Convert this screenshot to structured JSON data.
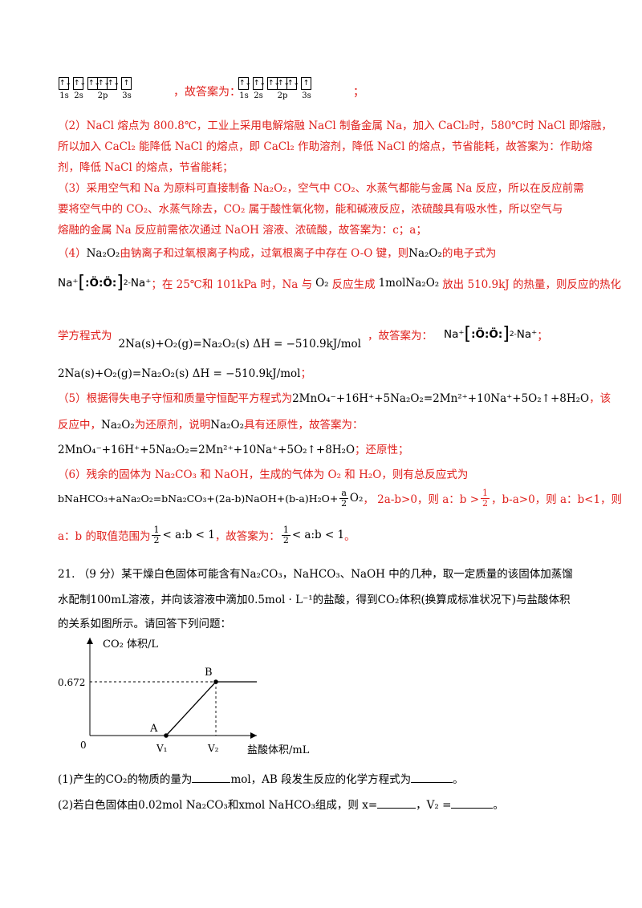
{
  "orbital": {
    "groups": [
      {
        "label": "1s",
        "boxes": [
          "↑↓"
        ]
      },
      {
        "label": "2s",
        "boxes": [
          "↑↓"
        ]
      },
      {
        "label": "2p",
        "boxes": [
          "↑↓",
          "↑↓",
          "↑↓"
        ]
      },
      {
        "label": "3s",
        "boxes": [
          "↑"
        ]
      }
    ],
    "answer_text": "，故答案为："
  },
  "p2": {
    "l1": "（2）NaCl 熔点为 800.8℃，工业上采用电解熔融 NaCl 制备金属 Na，加入 CaCl₂时，580℃时 NaCl 即熔融，",
    "l2": "所以加入 CaCl₂ 能降低 NaCl 的熔点，即 CaCl₂ 作助溶剂，降低 NaCl 的熔点，节省能耗，故答案为：作助熔",
    "l3": "剂，降低 NaCl 的熔点，节省能耗；"
  },
  "p3": {
    "l1": "（3）采用空气和 Na 为原料可直接制备 Na₂O₂，空气中 CO₂、水蒸气都能与金属 Na 反应，所以在反应前需",
    "l2": "要将空气中的 CO₂、水蒸气除去，CO₂ 属于酸性氧化物，能和碱液反应，浓硫酸具有吸水性，所以空气与",
    "l3": "熔融的金属 Na 反应前需依次通过 NaOH 溶液、浓硫酸，故答案为：c；a；"
  },
  "p4": {
    "l1a": "（4）",
    "l1b": "Na₂O₂",
    "l1c": "由钠离子和过氧根离子构成，过氧根离子中存在 O-O 键，则",
    "l1d": "Na₂O₂",
    "l1e": "的电子式为",
    "ion_na": "Na⁺",
    "ion_o": "O",
    "ion_charge": "2-",
    "l2a": "；在 25℃和 101kPa 时，Na 与",
    "l2b": "O₂",
    "l2c": "反应生成",
    "l2d": "1molNa₂O₂",
    "l2e": "放出 510.9kJ 的热量，则反应的热化",
    "l3a": "学方程式为",
    "eq": "2Na(s)+O₂(g)=Na₂O₂(s)  ΔH = −510.9kJ/mol",
    "l3b": "，故答案为：",
    "l3c": "；",
    "l4b": "；"
  },
  "p5": {
    "l1a": "（5）根据得失电子守恒和质量守恒配平方程式为",
    "eq": "2MnO₄⁻+16H⁺+5Na₂O₂=2Mn²⁺+10Na⁺+5O₂↑+8H₂O",
    "l1b": "，该",
    "l2a": "反应中，",
    "l2b": "Na₂O₂",
    "l2c": "为还原剂，说明",
    "l2d": "Na₂O₂",
    "l2e": "具有还原性，故答案为：",
    "l3b": "；还原性；"
  },
  "p6": {
    "l1": "（6）残余的固体为 Na₂CO₃ 和 NaOH，生成的气体为 O₂ 和 H₂O，则有总反应式为",
    "eq_a": "bNaHCO₃+aNa₂O₂=bNa₂CO₃+(2a-b)NaOH+(b-a)H₂O+",
    "eq_frac_n": "a",
    "eq_frac_d": "2",
    "eq_b": "O₂",
    "l2b": "，  2a-b>0，则 a：b >",
    "half_n": "1",
    "half_d": "2",
    "l2c": "，b-a>0，则 a：b<1，则",
    "l3a": "a：b 的取值范围为",
    "range": "< a:b < 1",
    "l3b": "，故答案为：",
    "l3c": "。"
  },
  "q21": {
    "l1a": "21.  （9 分）某干燥白色固体可能含有",
    "l1b": "Na₂CO₃",
    "l1c": "，NaHCO₃",
    "l1d": "、NaOH 中的几种，取一定质量的该固体加蒸馏",
    "l2a": "水配制",
    "l2b": "100mL",
    "l2c": "溶液，并向该溶液中滴加",
    "l2d": "0.5mol · L⁻¹",
    "l2e": "的盐酸，得到",
    "l2f": "CO₂",
    "l2g": "体积(换算成标准状况下)与盐酸体积",
    "l3": "的关系如图所示。请回答下列问题：",
    "s1a": "(1)产生的",
    "s1b": "CO₂",
    "s1c": "的物质的量为",
    "s1d": "mol，AB 段发生反应的化学方程式为",
    "s1e": "。",
    "s2a": "(2)若白色固体由",
    "s2b": "0.02mol Na₂CO₃",
    "s2c": "和",
    "s2d": "xmol NaHCO₃",
    "s2e": "组成，则 x=",
    "s2f": "，V₂ =",
    "s2g": "。"
  },
  "chart_data": {
    "type": "line",
    "ylabel": "CO₂ 体积/L",
    "xlabel": "盐酸体积/mL",
    "origin_label": "0",
    "y_tick_label": "0.672",
    "x_tick_labels": [
      "V₁",
      "V₂"
    ],
    "point_labels": [
      "A",
      "B"
    ],
    "series": [
      {
        "values": [
          {
            "x": "0",
            "y": 0
          },
          {
            "x": "V₁",
            "y": 0
          },
          {
            "x": "V₂",
            "y": 0.672
          },
          {
            "x": "after V₂",
            "y": 0.672
          }
        ]
      }
    ]
  }
}
